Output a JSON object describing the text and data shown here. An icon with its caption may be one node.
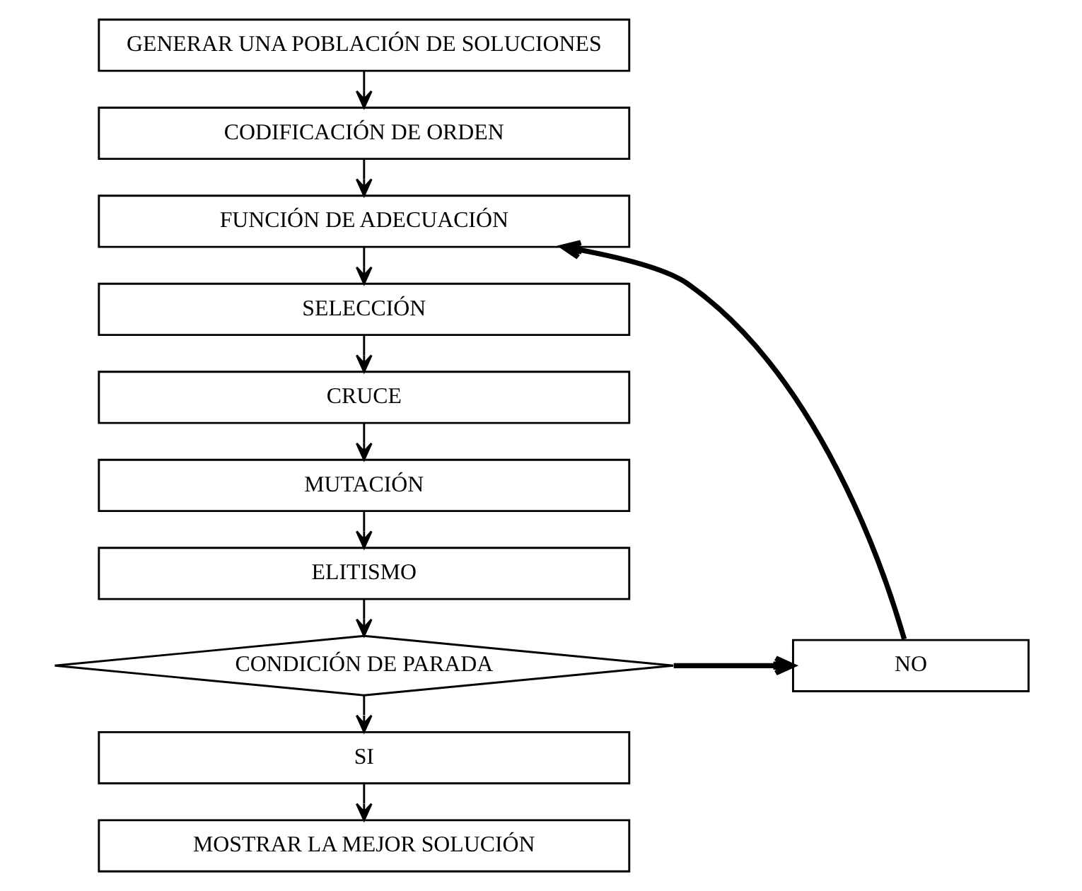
{
  "diagram": {
    "nodes": [
      {
        "text": [
          "GENERAR UNA POBLACIÓN DE SOLUCIONES"
        ]
      },
      {
        "text": [
          "CODIFICACIÓN DE ORDEN"
        ]
      },
      {
        "text": [
          "FUNCIÓN DE ADECUACIÓN"
        ]
      },
      {
        "text": [
          "SELECCIÓN"
        ]
      },
      {
        "text": [
          "CRUCE"
        ]
      },
      {
        "text": [
          "MUTACIÓN"
        ]
      },
      {
        "text": [
          "ELITISMO"
        ]
      },
      {
        "text": [
          "CONDICIÓN DE PARADA"
        ]
      },
      {
        "text": [
          "NO"
        ]
      },
      {
        "text": [
          "SI"
        ]
      },
      {
        "text": [
          "MOSTRAR LA MEJOR SOLUCIÓN"
        ]
      }
    ],
    "edges": [
      {
        "from": 0,
        "to": 1,
        "arrow": "to"
      },
      {
        "from": 1,
        "to": 2,
        "arrow": "to"
      },
      {
        "from": 2,
        "to": 3,
        "arrow": "to"
      },
      {
        "from": 3,
        "to": 4,
        "arrow": "to"
      },
      {
        "from": 4,
        "to": 5,
        "arrow": "to"
      },
      {
        "from": 5,
        "to": 6,
        "arrow": "to"
      },
      {
        "from": 6,
        "to": 7,
        "arrow": "to"
      },
      {
        "from": 7,
        "to": 8,
        "arrow": "to",
        "style": "thick"
      },
      {
        "from": 8,
        "to": 2,
        "arrow": "to",
        "style": "thick"
      },
      {
        "from": 7,
        "to": 9,
        "arrow": "to"
      },
      {
        "from": 9,
        "to": 10,
        "arrow": "to"
      }
    ]
  }
}
